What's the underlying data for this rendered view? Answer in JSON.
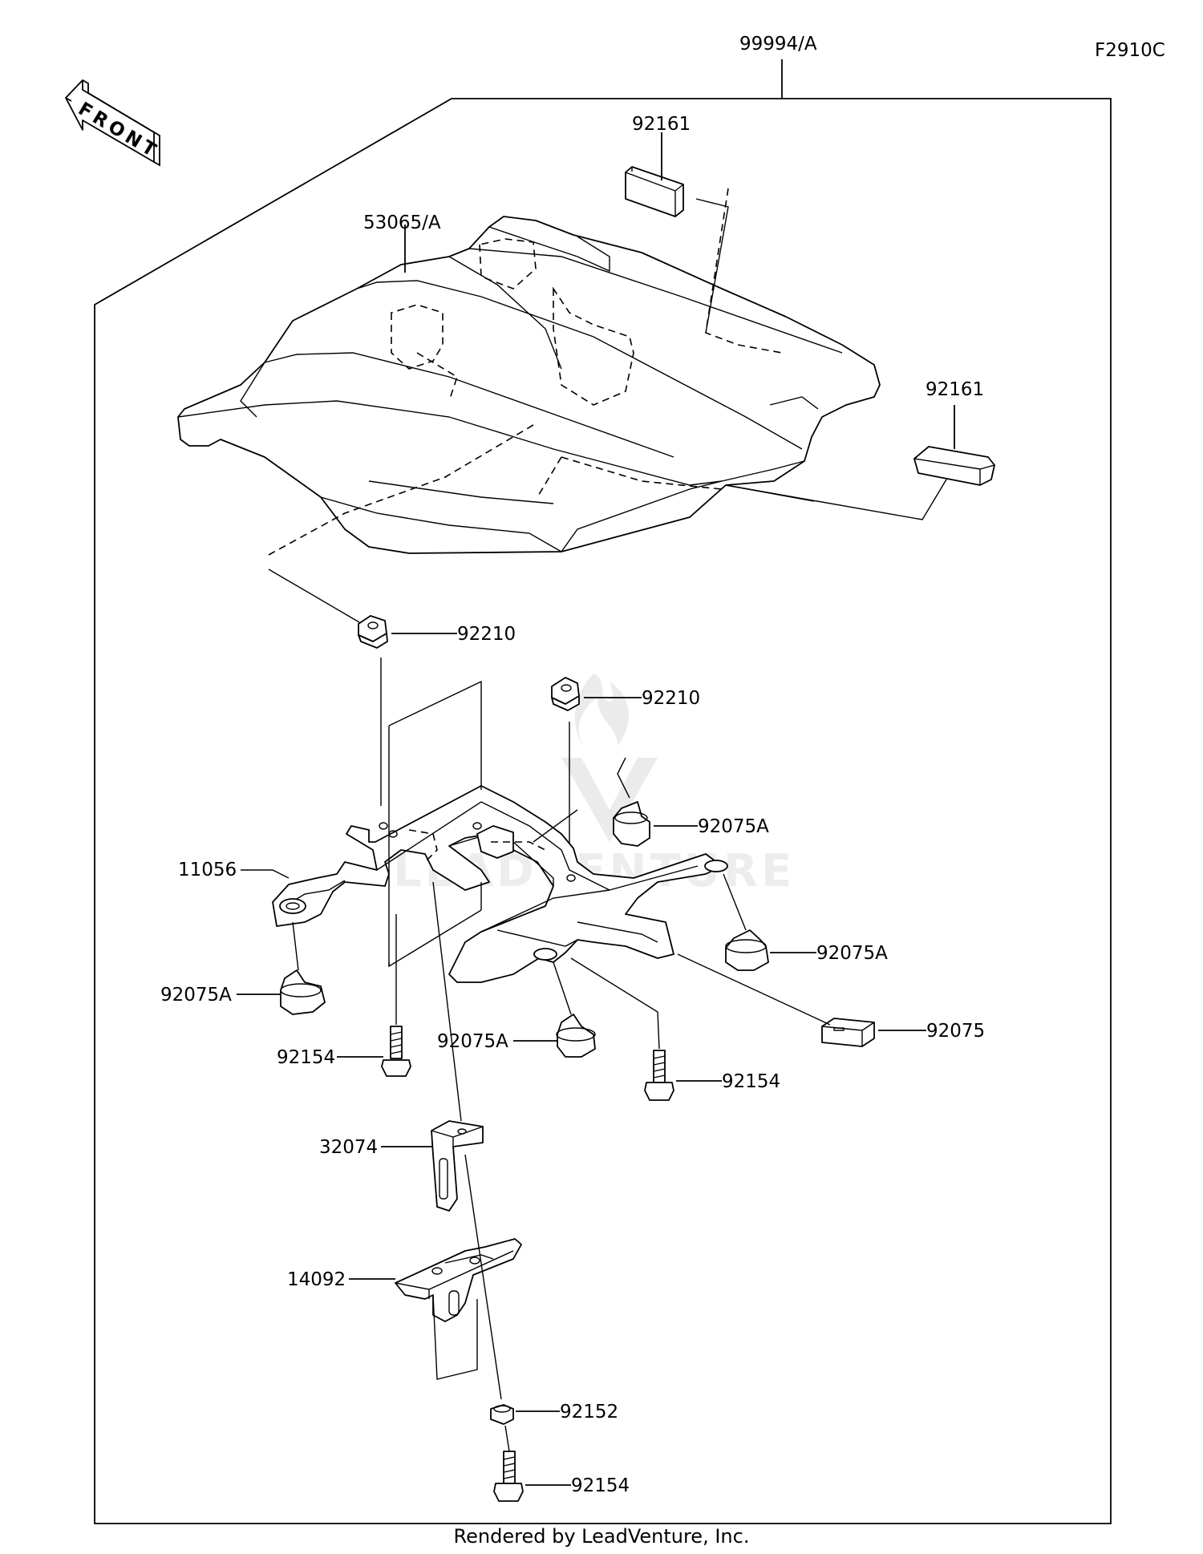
{
  "diagram": {
    "figure_code": "F2910C",
    "front_label": "FRONT",
    "footer": "Rendered by LeadVenture, Inc.",
    "watermark": "LEADVENTURE",
    "parts": [
      {
        "id": "seat-cover-assy",
        "number": "99994/A"
      },
      {
        "id": "seat-cover",
        "number": "53065/A"
      },
      {
        "id": "pad-top",
        "number": "92161"
      },
      {
        "id": "pad-right",
        "number": "92161"
      },
      {
        "id": "nut-left",
        "number": "92210"
      },
      {
        "id": "nut-right",
        "number": "92210"
      },
      {
        "id": "bracket",
        "number": "11056"
      },
      {
        "id": "damper-upper-right",
        "number": "92075A"
      },
      {
        "id": "damper-right",
        "number": "92075A"
      },
      {
        "id": "damper-left",
        "number": "92075A"
      },
      {
        "id": "damper-center",
        "number": "92075A"
      },
      {
        "id": "damper-rubber",
        "number": "92075"
      },
      {
        "id": "bolt-left",
        "number": "92154"
      },
      {
        "id": "bolt-right",
        "number": "92154"
      },
      {
        "id": "stay",
        "number": "32074"
      },
      {
        "id": "cover",
        "number": "14092"
      },
      {
        "id": "collar",
        "number": "92152"
      },
      {
        "id": "bolt-bottom",
        "number": "92154"
      }
    ]
  }
}
